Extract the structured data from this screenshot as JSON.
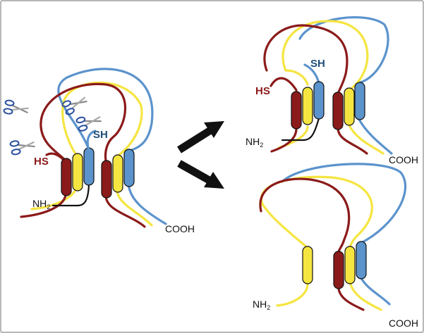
{
  "labels": {
    "nh2": "NH",
    "nh2_sub": "2",
    "cooh": "COOH",
    "hs": "HS",
    "sh": "SH"
  },
  "colors": {
    "chain_red": "#8b1a1a",
    "chain_yellow": "#f5e541",
    "chain_blue": "#5b93cc",
    "arrow": "#111111",
    "scissors": "#2a4fa0"
  },
  "icons": [
    "scissors-icon",
    "arrow-up-right",
    "arrow-down-right"
  ]
}
